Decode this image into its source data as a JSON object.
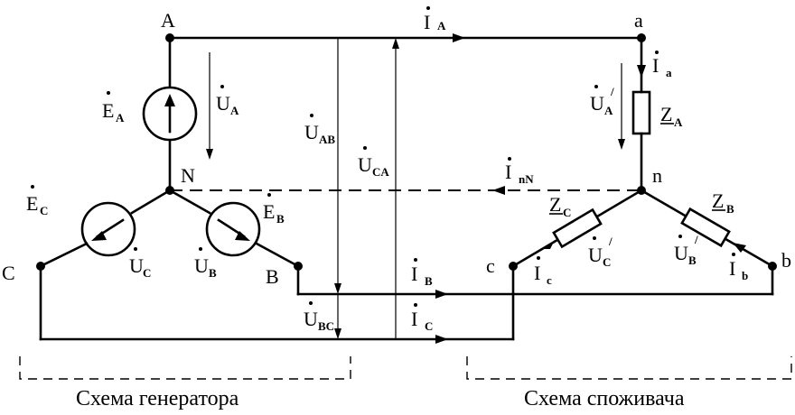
{
  "nodes": {
    "A": "A",
    "B": "B",
    "C": "C",
    "N": "N",
    "a": "a",
    "b": "b",
    "c": "c",
    "n": "n"
  },
  "quantities": {
    "EA": {
      "sym": "E",
      "sub": "A"
    },
    "EB": {
      "sym": "E",
      "sub": "B"
    },
    "EC": {
      "sym": "E",
      "sub": "C"
    },
    "UA": {
      "sym": "U",
      "sub": "A"
    },
    "UB": {
      "sym": "U",
      "sub": "B"
    },
    "UC": {
      "sym": "U",
      "sub": "C"
    },
    "UAB": {
      "sym": "U",
      "sub": "AB"
    },
    "UBC": {
      "sym": "U",
      "sub": "BC"
    },
    "UCA": {
      "sym": "U",
      "sub": "CA"
    },
    "IA": {
      "sym": "I",
      "sub": "A"
    },
    "IB": {
      "sym": "I",
      "sub": "B"
    },
    "IC": {
      "sym": "I",
      "sub": "C"
    },
    "InN": {
      "sym": "I",
      "sub": "nN"
    },
    "Ia": {
      "sym": "I",
      "sub": "a"
    },
    "Ib": {
      "sym": "I",
      "sub": "b"
    },
    "Ic": {
      "sym": "I",
      "sub": "c"
    },
    "UAp": {
      "sym": "U",
      "sub": "A",
      "prime": "/"
    },
    "UBp": {
      "sym": "U",
      "sub": "B",
      "prime": "/"
    },
    "UCp": {
      "sym": "U",
      "sub": "C",
      "prime": "/"
    },
    "ZA": {
      "sym": "Z",
      "sub": "A"
    },
    "ZB": {
      "sym": "Z",
      "sub": "B"
    },
    "ZC": {
      "sym": "Z",
      "sub": "C"
    }
  },
  "captions": {
    "generator": "Схема генератора",
    "consumer": "Схема споживача"
  }
}
